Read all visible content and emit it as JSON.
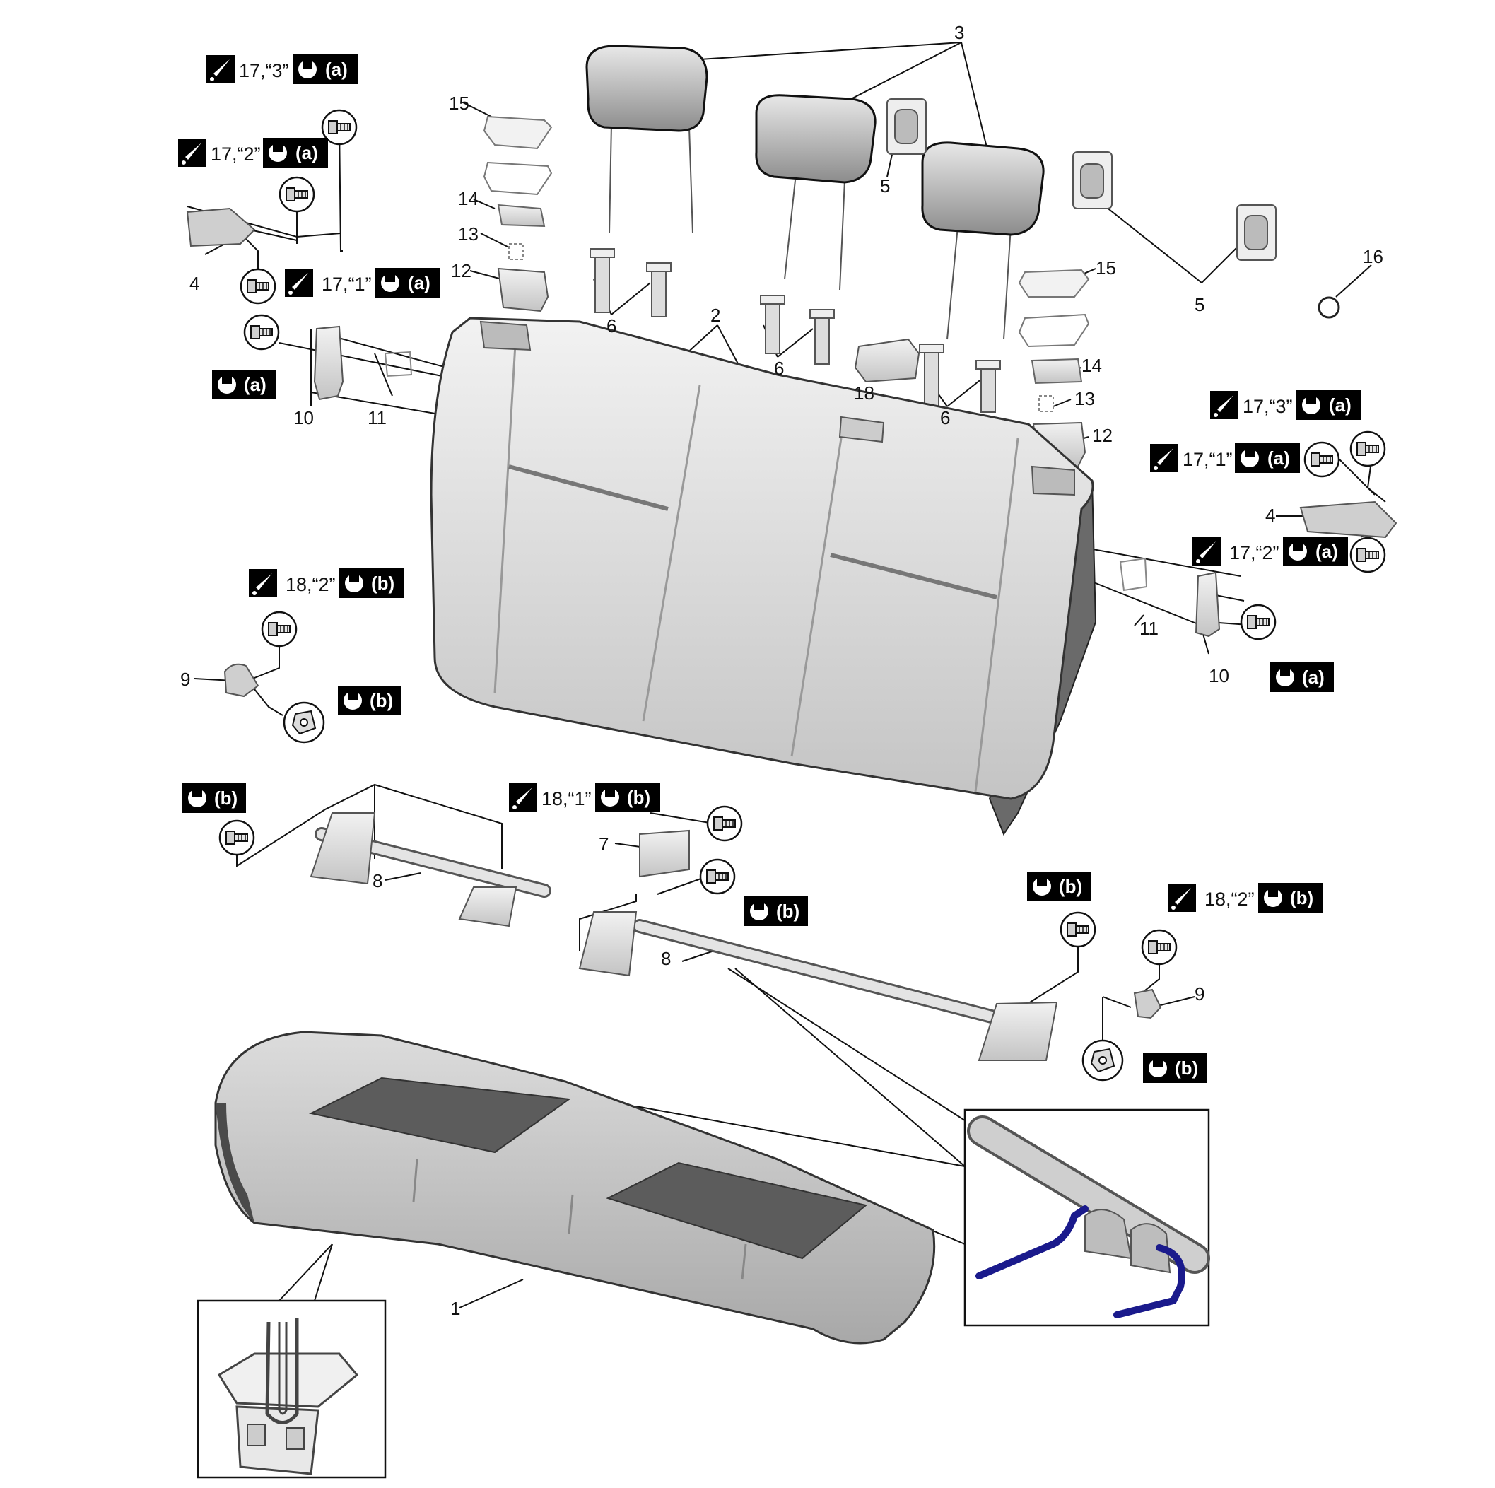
{
  "colors": {
    "line": "#111111",
    "part_fill": "#e6e6e6",
    "part_shadow": "#9a9a9a",
    "headrest_fill": "#d8d8d8",
    "cushion_dark": "#5a5a5a",
    "wire_highlight": "#1a1a8c",
    "badge_bg": "#000000",
    "badge_text": "#ffffff"
  },
  "icons": {
    "torque_wrench": "wrench-icon",
    "tightening_angle": "angle-mark-icon",
    "bolt": "bolt-icon"
  },
  "callouts": {
    "c1": "1",
    "c2": "2",
    "c3": "3",
    "c4": "4",
    "c5": "5",
    "c6": "6",
    "c7": "7",
    "c8": "8",
    "c9": "9",
    "c10": "10",
    "c11": "11",
    "c12": "12",
    "c13": "13",
    "c14": "14",
    "c15": "15",
    "c16": "16",
    "c18": "18"
  },
  "specs": {
    "s17_1": "17,“1”",
    "s17_2": "17,“2”",
    "s17_3": "17,“3”",
    "s18_1": "18,“1”",
    "s18_2": "18,“2”"
  },
  "grades": {
    "a": "(a)",
    "b": "(b)"
  }
}
